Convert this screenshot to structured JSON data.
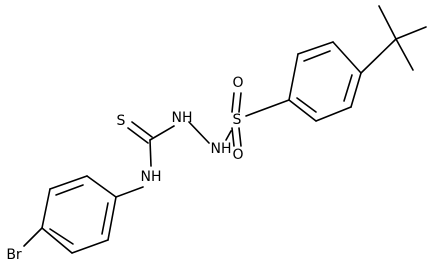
{
  "labels": {
    "sulfur_thio": "S",
    "nh_top": "NH",
    "nh_mid": "NH",
    "nh_low": "NH",
    "sulfonyl_s": "S",
    "o_top": "O",
    "o_bottom": "O",
    "bromine": "Br"
  }
}
